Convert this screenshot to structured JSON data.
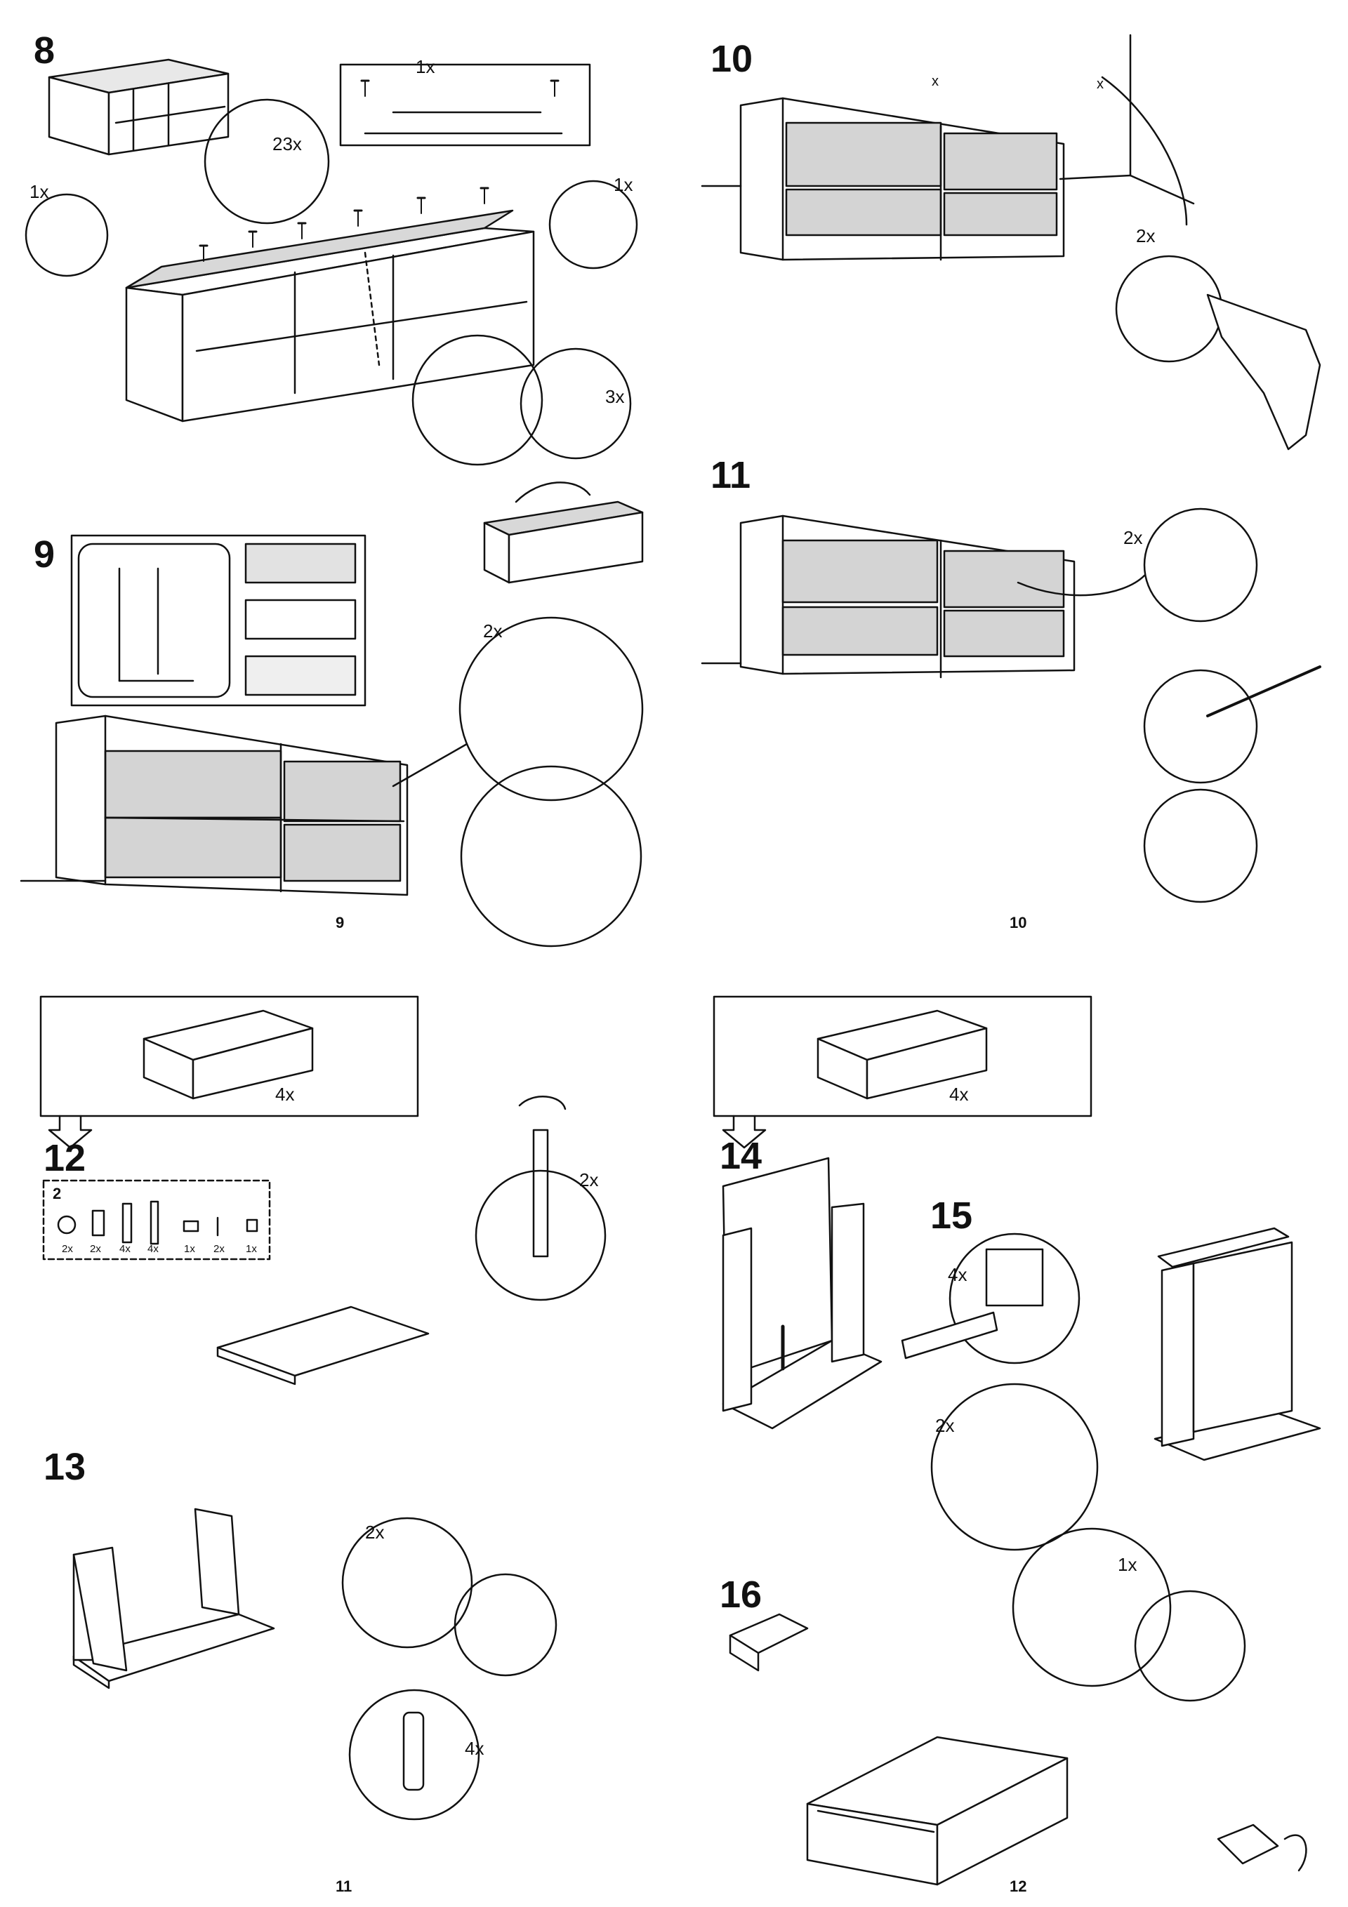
{
  "steps": {
    "s8": {
      "number": "8",
      "labels": {
        "top": "1x",
        "nails": "23x",
        "left": "1x",
        "right": "1x",
        "mark": "3x"
      }
    },
    "s9": {
      "number": "9",
      "labels": {
        "qty": "2x"
      }
    },
    "s10": {
      "number": "10",
      "labels": {
        "mark_a": "x",
        "mark_b": "x",
        "qty": "2x"
      }
    },
    "s11": {
      "number": "11",
      "labels": {
        "qty": "2x"
      }
    },
    "s12": {
      "number": "12",
      "labels": {
        "drawer_qty": "4x",
        "dowel_qty": "2x"
      },
      "parts_bag": "2",
      "parts": [
        "2x",
        "2x",
        "4x",
        "4x",
        "1x",
        "2x",
        "1x"
      ]
    },
    "s13": {
      "number": "13",
      "labels": {
        "cam": "2x",
        "dowel": "4x"
      }
    },
    "s14": {
      "number": "14",
      "labels": {
        "drawer_qty": "4x"
      }
    },
    "s15": {
      "number": "15",
      "labels": {
        "screw": "4x",
        "pad": "2x"
      }
    },
    "s16": {
      "number": "16",
      "labels": {
        "qty": "1x"
      }
    }
  },
  "pages": {
    "left_top": "9",
    "right_top": "10",
    "left_bottom": "11",
    "right_bottom": "12"
  },
  "colors": {
    "ink": "#111111",
    "panel_gray": "#d4d4d4",
    "paper": "#ffffff"
  }
}
